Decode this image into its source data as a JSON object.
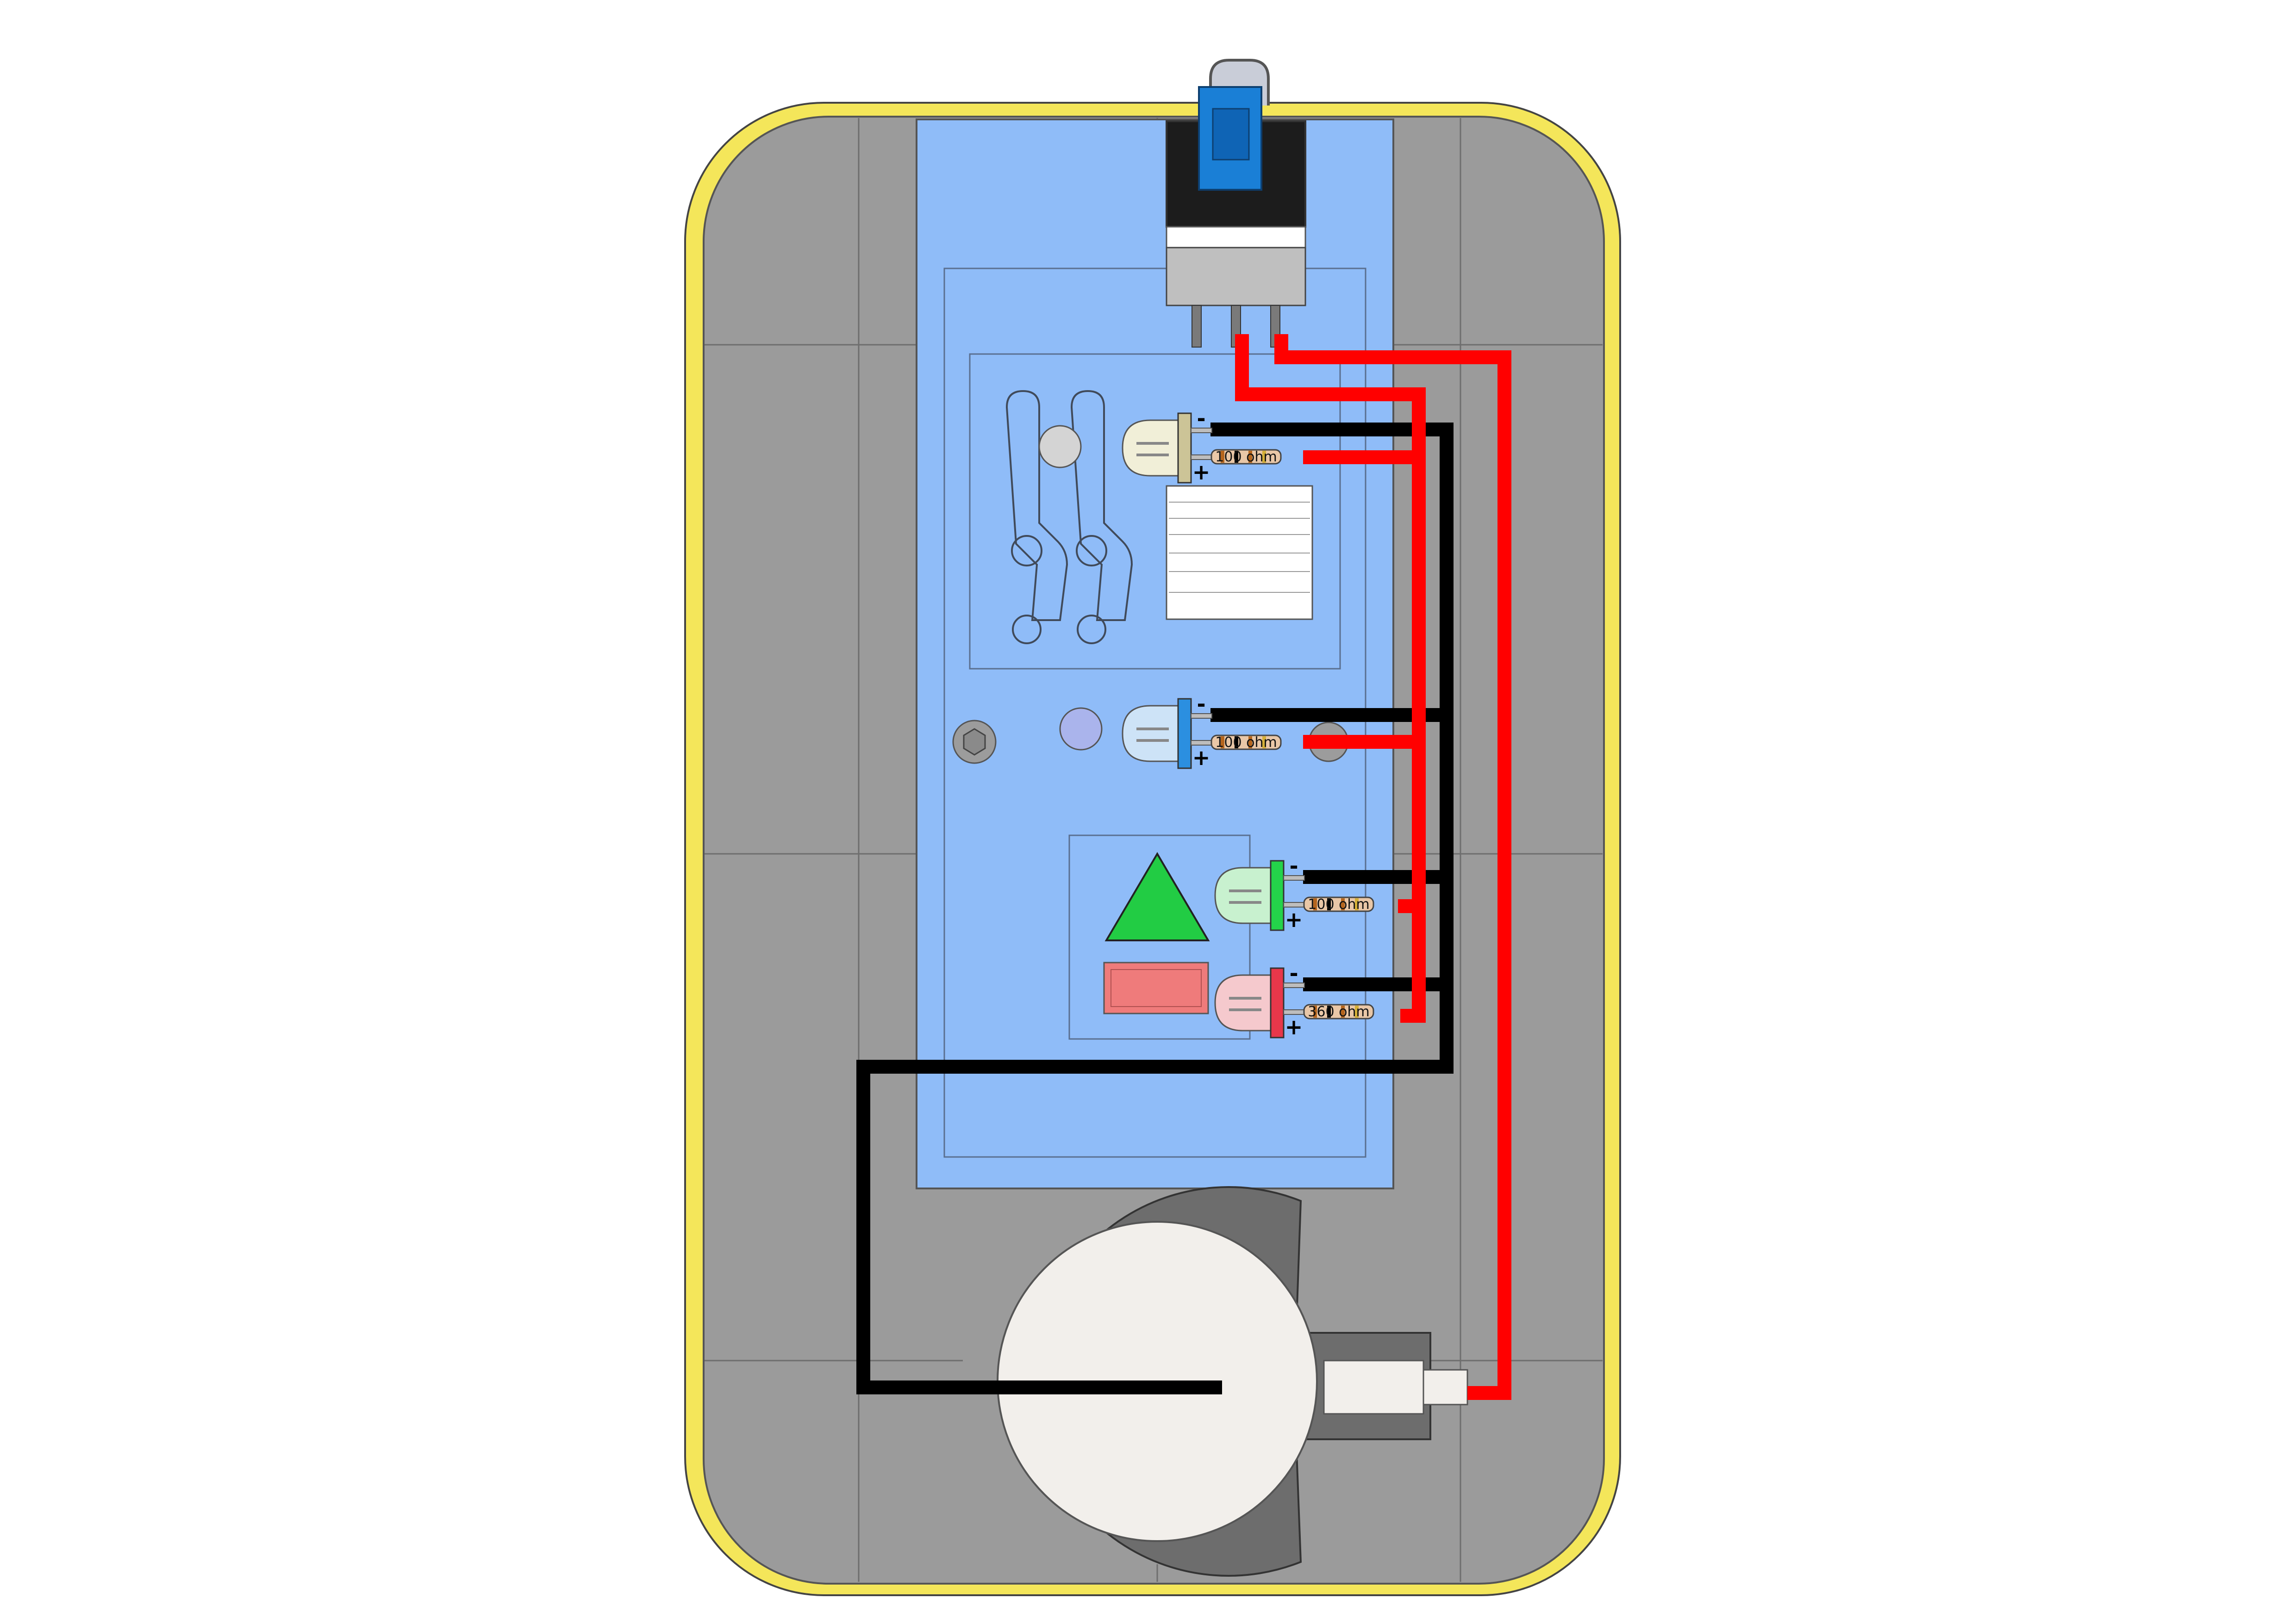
{
  "colors": {
    "bumper": "#f4e65a",
    "housing": "#9b9b9b",
    "panel": "#8fbcf8",
    "wire_positive": "#ff0000",
    "wire_negative": "#000000",
    "switch_cap": "#1a7fd6",
    "led_yellow": "#ccc497",
    "led_blue": "#2b8fe0",
    "led_green": "#24d34a",
    "led_red": "#e8374a",
    "coin_cell": "#f2efeb"
  },
  "leds": [
    {
      "color_name": "yellow",
      "resistor_label": "100 ohm"
    },
    {
      "color_name": "blue",
      "resistor_label": "100 ohm"
    },
    {
      "color_name": "green",
      "resistor_label": "100 ohm"
    },
    {
      "color_name": "red",
      "resistor_label": "360 ohm"
    }
  ],
  "polarity": {
    "negative": "-",
    "positive": "+"
  },
  "icons": [
    "slide-switch-icon",
    "led-icon",
    "resistor-icon",
    "coin-cell-holder-icon",
    "green-triangle-icon",
    "red-rectangle-icon",
    "hex-screw-icon"
  ]
}
